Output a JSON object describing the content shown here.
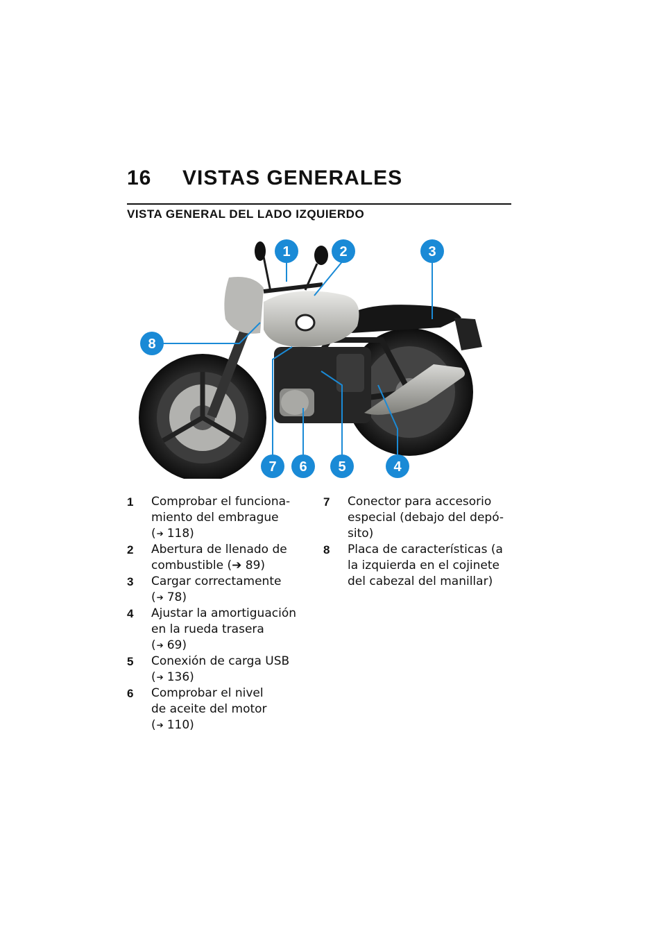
{
  "header": {
    "page_number": "16",
    "chapter": "VISTAS GENERALES"
  },
  "section": {
    "title": "VISTA GENERAL DEL LADO IZQUIERDO"
  },
  "figure": {
    "callouts": [
      "1",
      "2",
      "3",
      "4",
      "5",
      "6",
      "7",
      "8"
    ],
    "callout_color": "#1a8ad6"
  },
  "legend_left": [
    {
      "num": "1",
      "lines": [
        "Comprobar el funciona-",
        "miento del embrague"
      ],
      "ref": "118)"
    },
    {
      "num": "2",
      "lines": [
        "Abertura de llenado de",
        "combustible   (➔ 89)"
      ],
      "ref": ""
    },
    {
      "num": "3",
      "lines": [
        "Cargar correctamente"
      ],
      "ref": "78)"
    },
    {
      "num": "4",
      "lines": [
        "Ajustar la amortiguación",
        "en la rueda trasera"
      ],
      "ref": "69)"
    },
    {
      "num": "5",
      "lines": [
        "Conexión de carga USB"
      ],
      "ref": "136)"
    },
    {
      "num": "6",
      "lines": [
        "Comprobar el nivel",
        "de aceite del motor"
      ],
      "ref": "110)"
    }
  ],
  "legend_right": [
    {
      "num": "7",
      "lines": [
        "Conector para accesorio",
        "especial (debajo del depó-",
        "sito)"
      ],
      "ref": ""
    },
    {
      "num": "8",
      "lines": [
        "Placa de características (a",
        "la izquierda en el cojinete",
        "del cabezal del manillar)"
      ],
      "ref": ""
    }
  ]
}
